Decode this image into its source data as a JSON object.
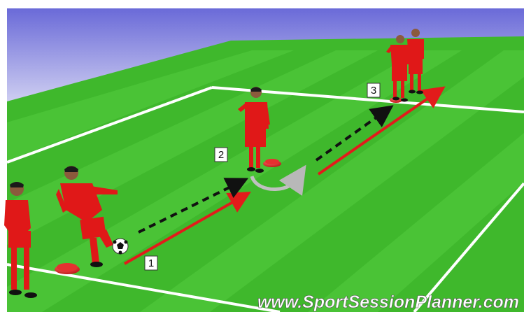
{
  "diagram": {
    "markers": [
      {
        "id": "1",
        "text": "1"
      },
      {
        "id": "2",
        "text": "2"
      },
      {
        "id": "3",
        "text": "3"
      }
    ],
    "watermark": "www.SportSessionPlanner.com",
    "colors": {
      "sky_top": "#6a6ad8",
      "sky_bottom": "#e2e2f6",
      "grass": "#3fb82c",
      "grass_stripe": "#4fc938",
      "field_line": "#ffffff",
      "pass_arrow": "#111111",
      "run_arrow": "#e21b1b",
      "turn_arrow": "#b8b8b8",
      "jersey": "#e01818",
      "cone": "#e21b1b"
    },
    "icons": [
      "soccer-ball-icon",
      "cone-icon",
      "player-icon"
    ]
  }
}
